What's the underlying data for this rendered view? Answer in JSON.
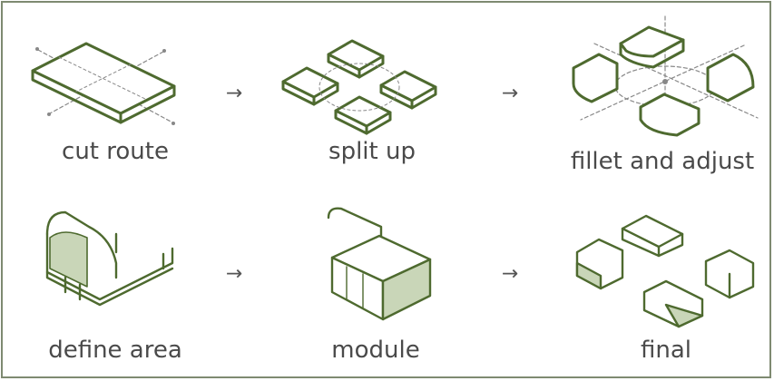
{
  "steps": [
    {
      "label": "cut route"
    },
    {
      "label": "split up"
    },
    {
      "label": "fillet and adjust"
    },
    {
      "label": "define area"
    },
    {
      "label": "module"
    },
    {
      "label": "final"
    }
  ],
  "arrow_glyph": "→",
  "colors": {
    "outline": "#4e6a2f",
    "fill_green": "#c9d6b8",
    "frame": "#7e8a71",
    "guide": "#888888",
    "text": "#4a4a4a"
  }
}
